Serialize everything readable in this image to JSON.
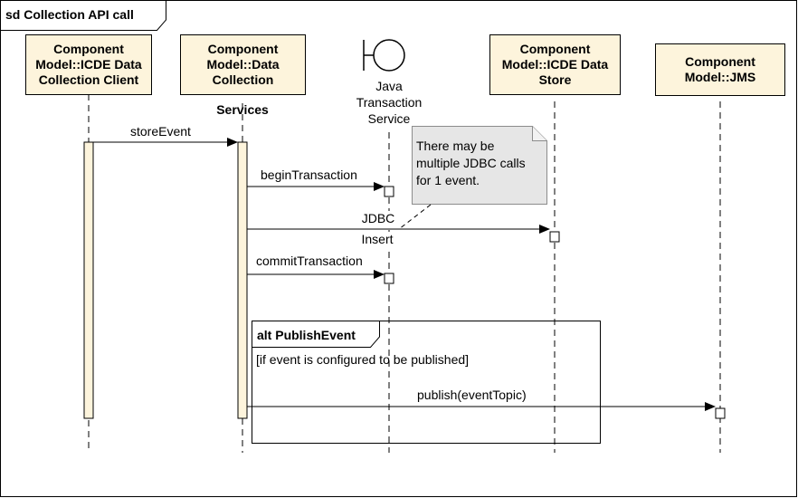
{
  "diagram": {
    "frame_title": "sd Collection API call",
    "lifelines": [
      {
        "id": "client",
        "label_lines": [
          "Component",
          "Model::ICDE Data",
          "Collection Client"
        ]
      },
      {
        "id": "services",
        "label_lines": [
          "Component",
          "Model::Data",
          "Collection"
        ],
        "label_extra": "Services"
      },
      {
        "id": "jts",
        "label_lines": [
          "Java",
          "Transaction",
          "Service"
        ]
      },
      {
        "id": "store",
        "label_lines": [
          "Component",
          "Model::ICDE Data",
          "Store"
        ]
      },
      {
        "id": "jms",
        "label_lines": [
          "Component",
          "Model::JMS"
        ]
      }
    ],
    "messages": [
      {
        "id": "storeEvent",
        "label": "storeEvent"
      },
      {
        "id": "beginTransaction",
        "label": "beginTransaction"
      },
      {
        "id": "jdbcInsert",
        "label_lines": [
          "JDBC",
          "Insert"
        ]
      },
      {
        "id": "commitTransaction",
        "label": "commitTransaction"
      },
      {
        "id": "publish",
        "label": "publish(eventTopic)"
      }
    ],
    "note": {
      "lines": [
        "There may be",
        "multiple JDBC calls",
        "for 1 event."
      ]
    },
    "fragment": {
      "title": "alt PublishEvent",
      "guard": "[if event is configured to be published]"
    }
  }
}
